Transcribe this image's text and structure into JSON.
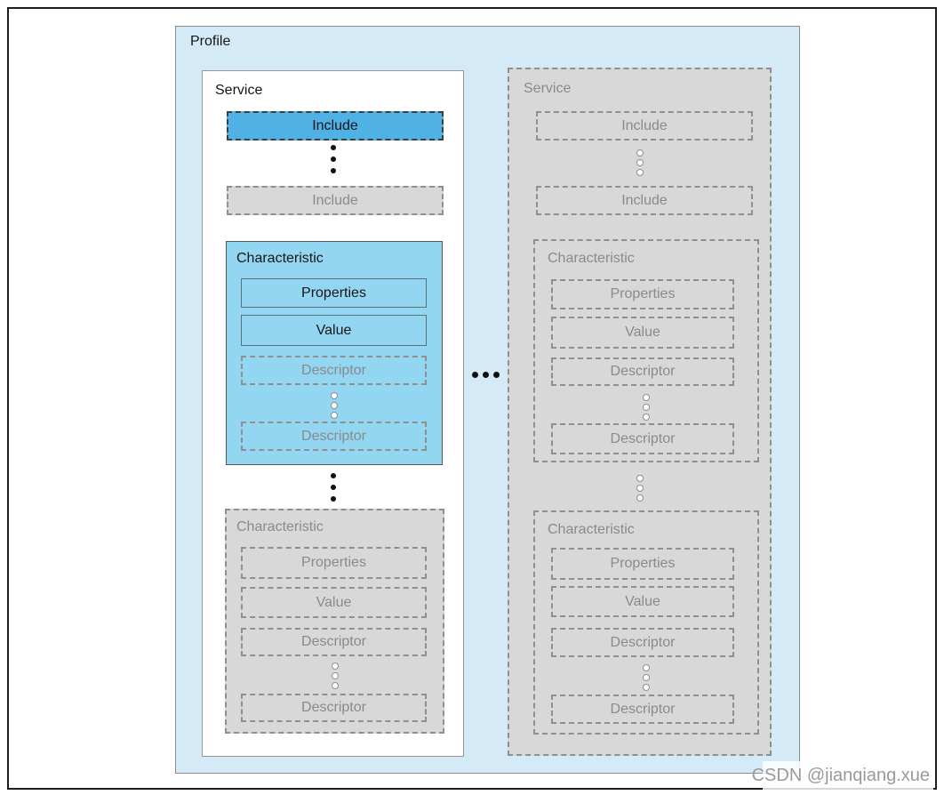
{
  "watermark": "CSDN @jianqiang.xue",
  "colors": {
    "profile_background": "#d5eaf7",
    "active_include_blue": "#4fb1e4",
    "active_characteristic_blue": "#93d6f1",
    "inactive_gray": "#d8d8d8",
    "gray_text": "#8a8a8a",
    "black_text": "#161616"
  },
  "profile": {
    "label": "Profile",
    "service_active": {
      "label": "Service",
      "include_active": "Include",
      "include_more": "Include",
      "characteristic_active": {
        "label": "Characteristic",
        "properties": "Properties",
        "value": "Value",
        "descriptor_first": "Descriptor",
        "descriptor_last": "Descriptor"
      },
      "characteristic_more": {
        "label": "Characteristic",
        "properties": "Properties",
        "value": "Value",
        "descriptor_first": "Descriptor",
        "descriptor_last": "Descriptor"
      }
    },
    "service_more": {
      "label": "Service",
      "include_first": "Include",
      "include_last": "Include",
      "characteristic_first": {
        "label": "Characteristic",
        "properties": "Properties",
        "value": "Value",
        "descriptor_first": "Descriptor",
        "descriptor_last": "Descriptor"
      },
      "characteristic_last": {
        "label": "Characteristic",
        "properties": "Properties",
        "value": "Value",
        "descriptor_first": "Descriptor",
        "descriptor_last": "Descriptor"
      }
    }
  }
}
